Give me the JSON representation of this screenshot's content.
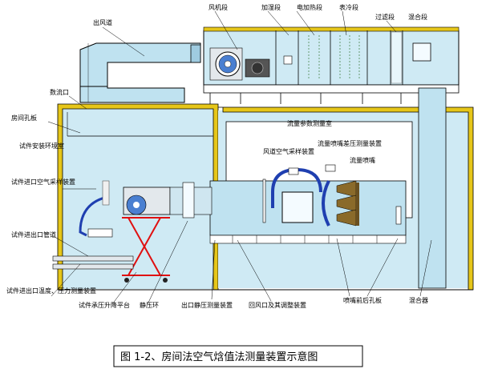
{
  "labels": {
    "outlet_duct": "出风道",
    "fan_section": "风机段",
    "humidifier_section": "加湿段",
    "heater_section": "电加热段",
    "cooler_section": "表冷段",
    "filter_section": "过滤段",
    "mixing_section": "混合段",
    "flow_outlet": "数流口",
    "room_orifice": "房间孔板",
    "test_env_room": "试件安装环境室",
    "flow_measure_room": "流量参数测量室",
    "sampling_duct": "风道空气采样装置",
    "nozzle_dp": "流量喷嘴差压测量装置",
    "nozzle": "流量喷嘴",
    "inlet_sampler": "试件进口空气采样装置",
    "inlet_duct": "试件进出口管道",
    "inlet_humidity": "试件进出口温度、压力测量装置",
    "test_lift": "试件承压升降平台",
    "static_ring": "静压环",
    "outlet_static": "出口静压测量装置",
    "return_air": "回风口及其调整装置",
    "nozzle_front_orifice": "喷嘴前后孔板",
    "mixer": "混合器"
  },
  "caption": "图 1-2、房间法空气焓值法测量装置示意图",
  "colors": {
    "room_fill": "#cfeaf4",
    "duct_fill": "#bfe2f0",
    "wall": "#e6c619",
    "outline": "#000000",
    "fan_blue": "#4a7fd1",
    "lift_red": "#e01010",
    "sample_blue": "#1f3fb0",
    "nozzle_brown": "#8a6a2a"
  },
  "icons": [
    "fan-icon",
    "nozzle-icon",
    "heater-icon"
  ]
}
